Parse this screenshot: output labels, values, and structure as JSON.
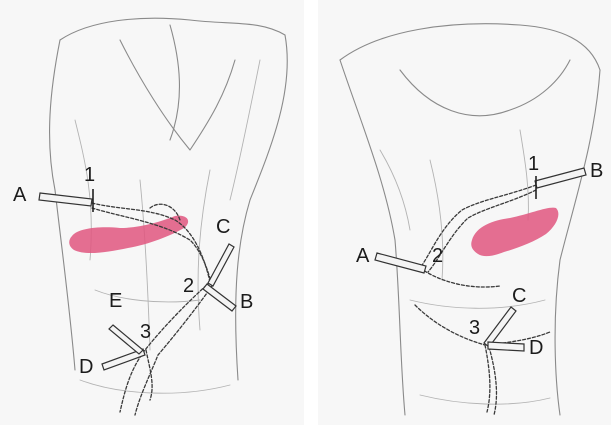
{
  "panels": [
    {
      "id": "left",
      "ports": [
        "A",
        "B",
        "C",
        "D",
        "E"
      ],
      "sites": [
        "1",
        "2",
        "3"
      ]
    },
    {
      "id": "right",
      "ports": [
        "A",
        "B",
        "C",
        "D"
      ],
      "sites": [
        "1",
        "2",
        "3"
      ]
    }
  ],
  "colors": {
    "background": "#ffffff",
    "panel": "#f6f6f6",
    "sketch": "#8a8a8a",
    "pancreas": "#e0567f",
    "dashed_line": "#3a3a3a"
  }
}
